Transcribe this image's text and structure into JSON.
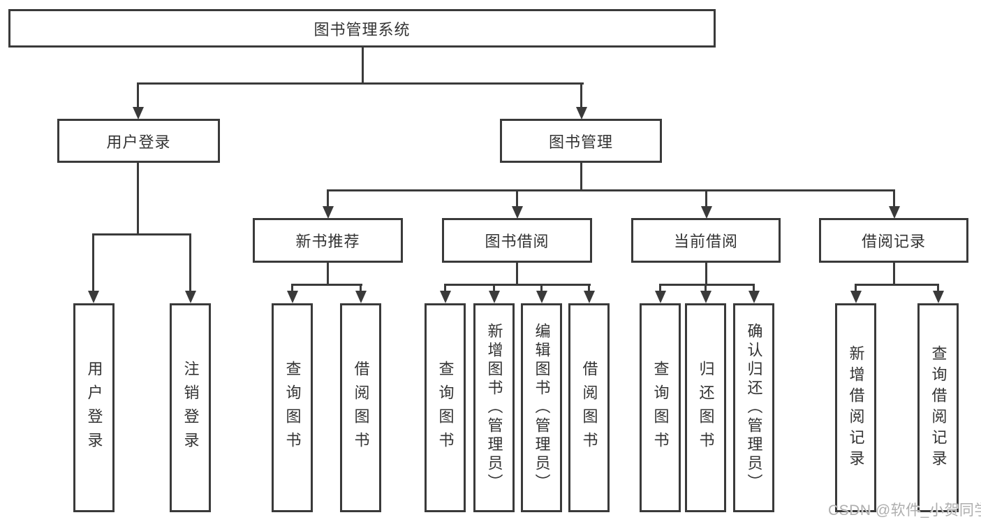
{
  "colors": {
    "line": "#3a3a3a",
    "text": "#333333",
    "background": "#ffffff",
    "watermark": "#aeaeae"
  },
  "watermark": {
    "text": "CSDN @软件_小贺同学"
  },
  "nodes": {
    "root": {
      "label": "图书管理系统"
    },
    "user_login": {
      "label": "用户登录"
    },
    "book_management": {
      "label": "图书管理"
    },
    "new_book_recommend": {
      "label": "新书推荐"
    },
    "book_borrowing": {
      "label": "图书借阅"
    },
    "current_borrowing": {
      "label": "当前借阅"
    },
    "borrowing_records": {
      "label": "借阅记录"
    },
    "leaves": {
      "user_login": {
        "label": "用户登录"
      },
      "logout": {
        "label": "注销登录"
      },
      "query_book_recommend": {
        "label": "查询图书"
      },
      "borrow_book_recommend": {
        "label": "借阅图书"
      },
      "query_book_borrowing": {
        "label": "查询图书"
      },
      "add_book_admin": {
        "label": "新增图书（管理员）"
      },
      "edit_book_admin": {
        "label": "编辑图书（管理员）"
      },
      "borrow_book_borrowing": {
        "label": "借阅图书"
      },
      "query_book_current": {
        "label": "查询图书"
      },
      "return_book": {
        "label": "归还图书"
      },
      "confirm_return_admin": {
        "label": "确认归还（管理员）"
      },
      "add_borrow_record": {
        "label": "新增借阅记录"
      },
      "query_borrow_record": {
        "label": "查询借阅记录"
      }
    }
  }
}
